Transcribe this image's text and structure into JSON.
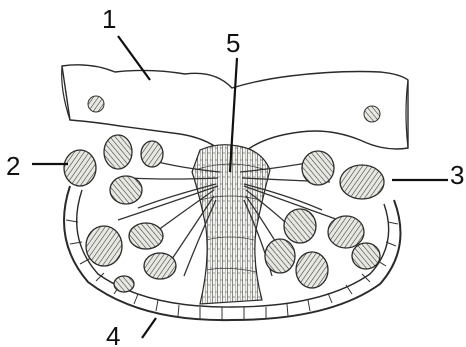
{
  "figure": {
    "labels": [
      {
        "id": "1",
        "text": "1"
      },
      {
        "id": "2",
        "text": "2"
      },
      {
        "id": "3",
        "text": "3"
      },
      {
        "id": "4",
        "text": "4"
      },
      {
        "id": "5",
        "text": "5"
      }
    ]
  }
}
